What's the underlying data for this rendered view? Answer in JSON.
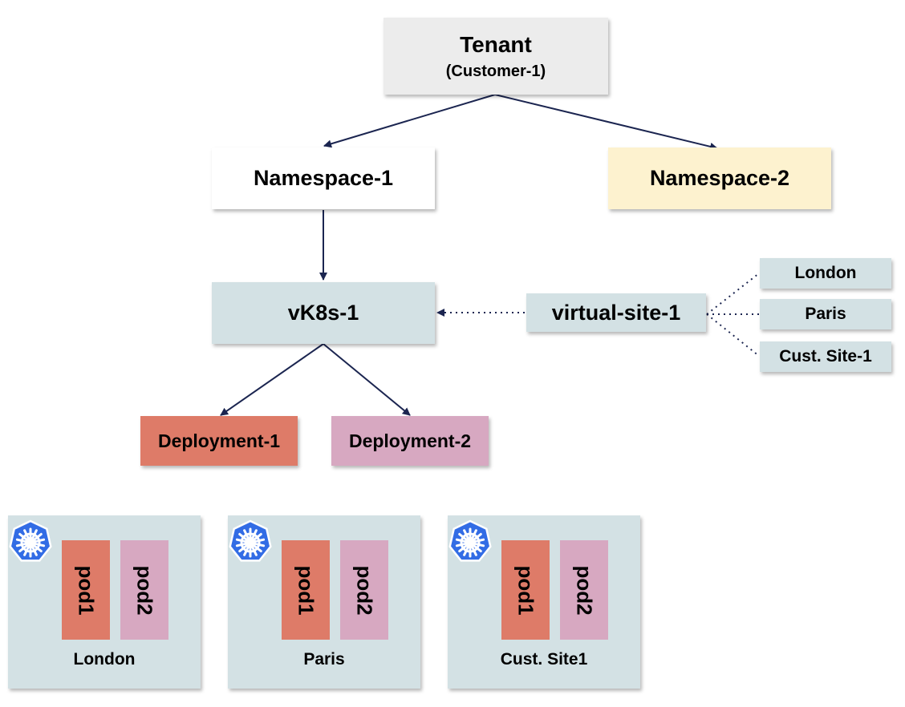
{
  "tenant": {
    "title": "Tenant",
    "subtitle": "(Customer-1)"
  },
  "namespaces": [
    {
      "label": "Namespace-1",
      "color": "#ffffff"
    },
    {
      "label": "Namespace-2",
      "color": "#fdf2cf"
    }
  ],
  "vk8s": {
    "label": "vK8s-1",
    "color": "#d3e1e4"
  },
  "virtual_site": {
    "label": "virtual-site-1",
    "sites": [
      "London",
      "Paris",
      "Cust. Site-1"
    ]
  },
  "deployments": [
    {
      "label": "Deployment-1",
      "color": "#de7b68"
    },
    {
      "label": "Deployment-2",
      "color": "#d7a8c1"
    }
  ],
  "clusters": [
    {
      "label": "London",
      "pods": [
        "pod1",
        "pod2"
      ],
      "icon": "kubernetes-icon"
    },
    {
      "label": "Paris",
      "pods": [
        "pod1",
        "pod2"
      ],
      "icon": "kubernetes-icon"
    },
    {
      "label": "Cust. Site1",
      "pods": [
        "pod1",
        "pod2"
      ],
      "icon": "kubernetes-icon"
    }
  ],
  "colors": {
    "arrow": "#1b2550",
    "kubernetes_blue": "#326ce5",
    "site_background": "#d3e1e4"
  }
}
